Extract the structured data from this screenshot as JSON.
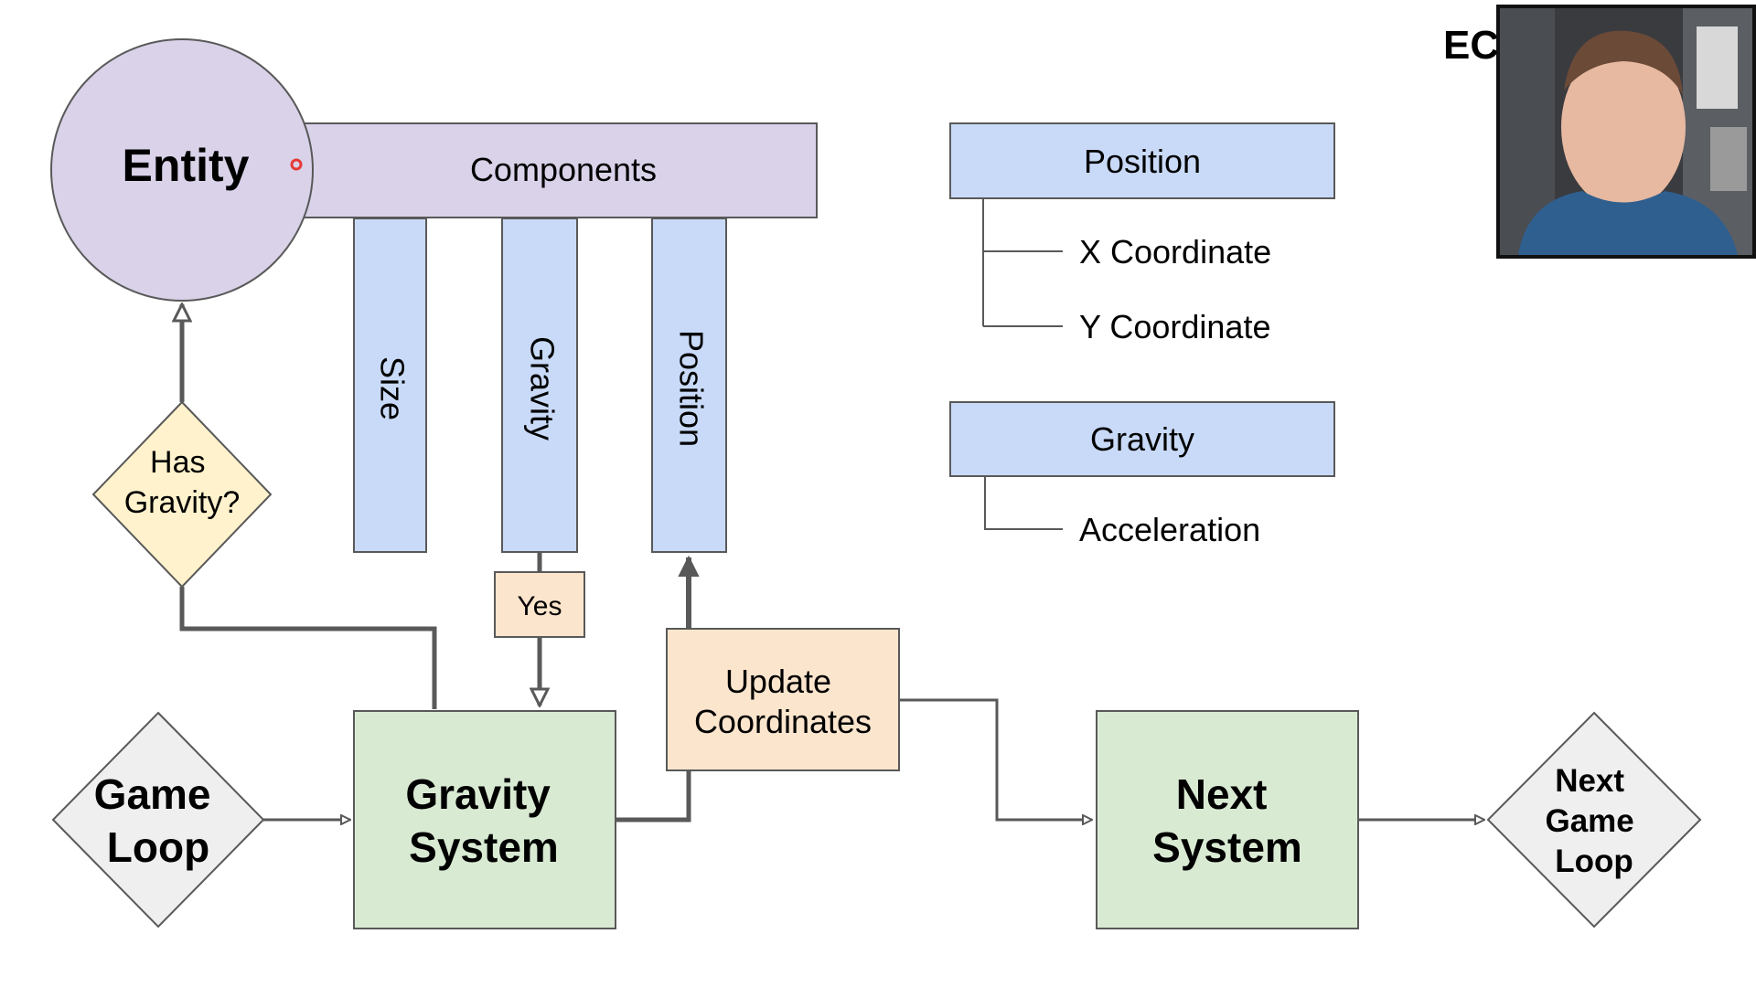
{
  "title_partial": "EC",
  "entity": {
    "label": "Entity"
  },
  "components": {
    "header": "Components",
    "columns": [
      "Size",
      "Gravity",
      "Position"
    ]
  },
  "decisions": {
    "has_gravity": [
      "Has",
      "Gravity?"
    ],
    "yes": "Yes"
  },
  "nodes": {
    "game_loop": [
      "Game",
      "Loop"
    ],
    "gravity_system": [
      "Gravity",
      "System"
    ],
    "update_coordinates": [
      "Update",
      "Coordinates"
    ],
    "next_system": [
      "Next",
      "System"
    ],
    "next_game_loop": [
      "Next",
      "Game",
      "Loop"
    ]
  },
  "component_defs": [
    {
      "name": "Position",
      "fields": [
        "X Coordinate",
        "Y Coordinate"
      ]
    },
    {
      "name": "Gravity",
      "fields": [
        "Acceleration"
      ]
    }
  ],
  "colors": {
    "purple": "#d9d2e9",
    "blue": "#c9daf8",
    "green": "#d9ead3",
    "peach": "#fce5cd",
    "yellow": "#fff2cc",
    "grey": "#efefef",
    "stroke": "#595959"
  }
}
